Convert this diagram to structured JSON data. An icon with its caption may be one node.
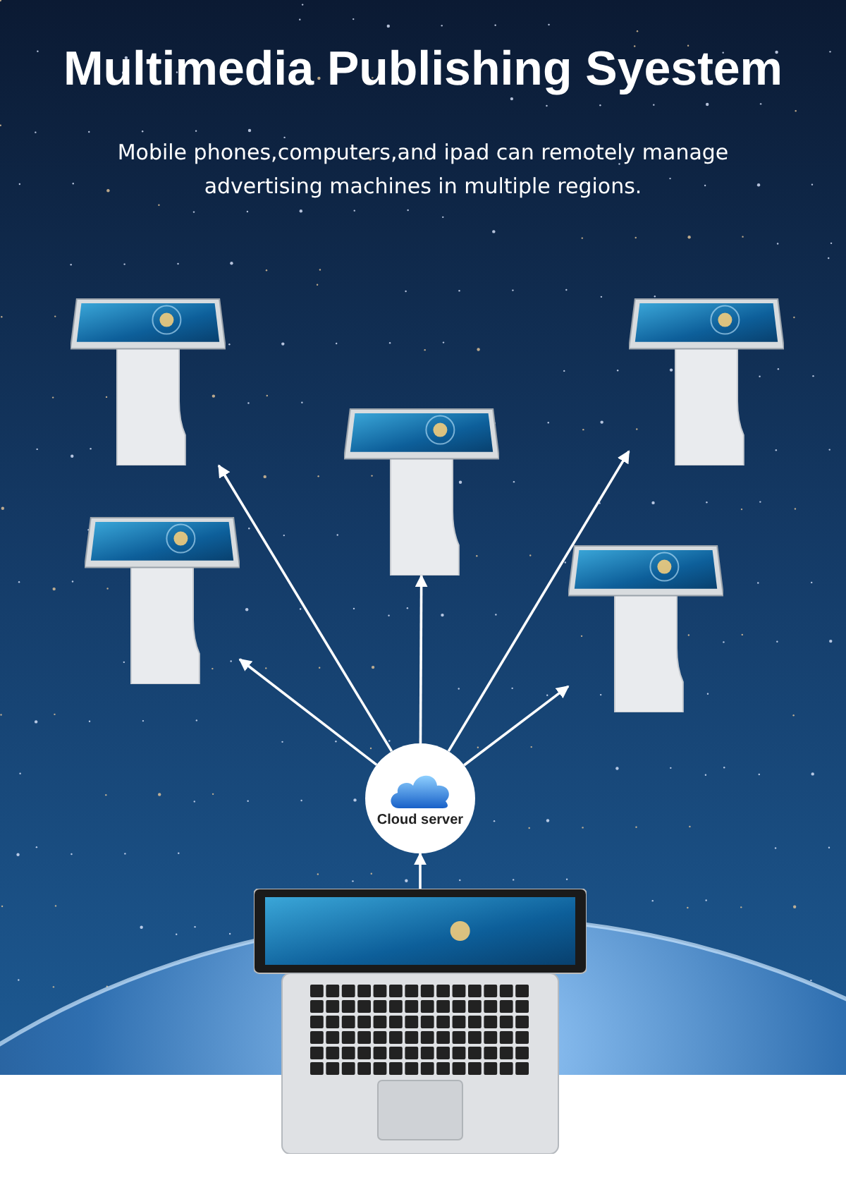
{
  "diagram": {
    "title": "Multimedia Publishing Syestem",
    "caption": "Mobile phones,computers,and ipad can remotely manage advertising machines in multiple regions.",
    "nodes": [
      {
        "text": [],
        "shape": "picture"
      },
      {
        "text": [],
        "shape": "picture"
      },
      {
        "text": [],
        "shape": "picture"
      },
      {
        "text": [],
        "shape": "picture"
      },
      {
        "text": [],
        "shape": "picture"
      },
      {
        "text": [
          "Cloud server"
        ]
      },
      {
        "text": [],
        "shape": "picture"
      }
    ],
    "edges": [
      {
        "from": 5,
        "to": 0,
        "arrow": "to"
      },
      {
        "from": 5,
        "to": 1,
        "arrow": "to"
      },
      {
        "from": 5,
        "to": 2,
        "arrow": "to"
      },
      {
        "from": 5,
        "to": 3,
        "arrow": "to"
      },
      {
        "from": 5,
        "to": 4,
        "arrow": "to"
      },
      {
        "from": 6,
        "to": 5,
        "arrow": "to"
      }
    ]
  }
}
